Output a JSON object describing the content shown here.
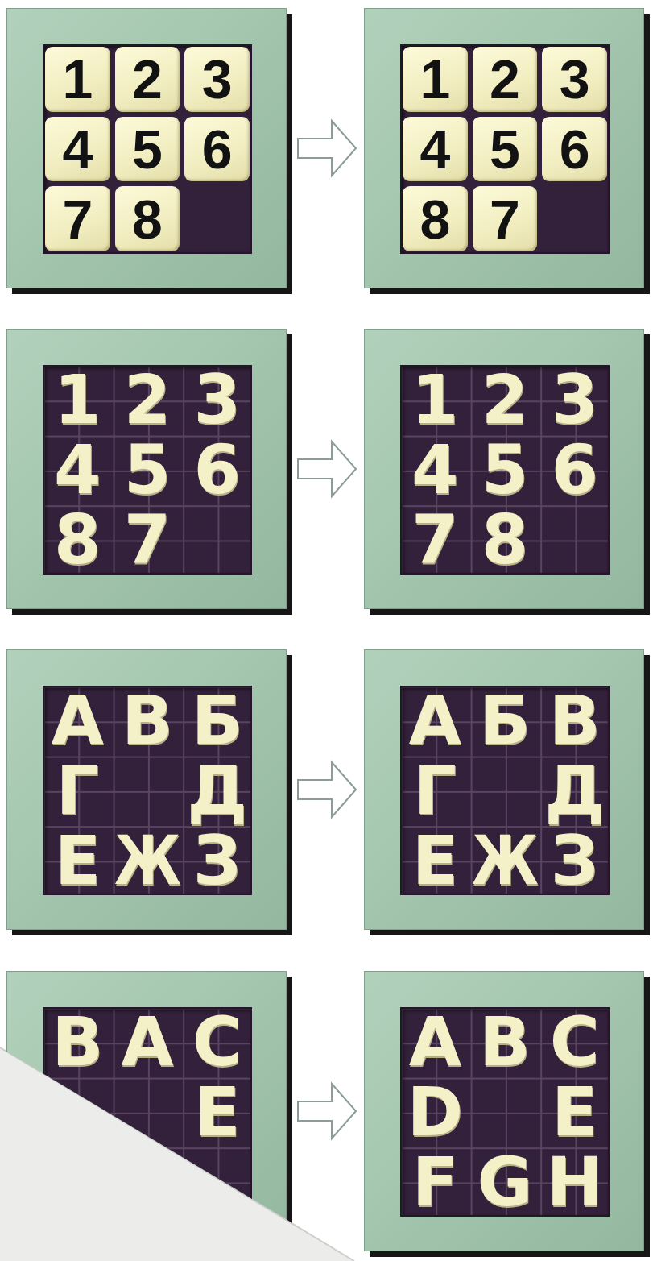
{
  "diagram": {
    "nodes": [
      {},
      {
        "text": [
          "1"
        ],
        "in": 0
      },
      {
        "text": [
          "2"
        ],
        "in": 0
      },
      {
        "text": [
          "3"
        ],
        "in": 0
      },
      {
        "text": [
          "4"
        ],
        "in": 0
      },
      {
        "text": [
          "5"
        ],
        "in": 0
      },
      {
        "text": [
          "6"
        ],
        "in": 0
      },
      {
        "text": [
          "7"
        ],
        "in": 0
      },
      {
        "text": [
          "8"
        ],
        "in": 0
      },
      {},
      {
        "text": [
          "1"
        ],
        "in": 9
      },
      {
        "text": [
          "2"
        ],
        "in": 9
      },
      {
        "text": [
          "3"
        ],
        "in": 9
      },
      {
        "text": [
          "4"
        ],
        "in": 9
      },
      {
        "text": [
          "5"
        ],
        "in": 9
      },
      {
        "text": [
          "6"
        ],
        "in": 9
      },
      {
        "text": [
          "8"
        ],
        "in": 9
      },
      {
        "text": [
          "7"
        ],
        "in": 9
      },
      {},
      {
        "text": [
          "1"
        ],
        "in": 18
      },
      {
        "text": [
          "2"
        ],
        "in": 18
      },
      {
        "text": [
          "3"
        ],
        "in": 18
      },
      {
        "text": [
          "4"
        ],
        "in": 18
      },
      {
        "text": [
          "5"
        ],
        "in": 18
      },
      {
        "text": [
          "6"
        ],
        "in": 18
      },
      {
        "text": [
          "8"
        ],
        "in": 18
      },
      {
        "text": [
          "7"
        ],
        "in": 18
      },
      {},
      {
        "text": [
          "1"
        ],
        "in": 27
      },
      {
        "text": [
          "2"
        ],
        "in": 27
      },
      {
        "text": [
          "3"
        ],
        "in": 27
      },
      {
        "text": [
          "4"
        ],
        "in": 27
      },
      {
        "text": [
          "5"
        ],
        "in": 27
      },
      {
        "text": [
          "6"
        ],
        "in": 27
      },
      {
        "text": [
          "7"
        ],
        "in": 27
      },
      {
        "text": [
          "8"
        ],
        "in": 27
      },
      {},
      {
        "text": [
          "А"
        ],
        "in": 36
      },
      {
        "text": [
          "В"
        ],
        "in": 36
      },
      {
        "text": [
          "Б"
        ],
        "in": 36
      },
      {
        "text": [
          "Г"
        ],
        "in": 36
      },
      {
        "text": [
          "Д"
        ],
        "in": 36
      },
      {
        "text": [
          "Е"
        ],
        "in": 36
      },
      {
        "text": [
          "Ж"
        ],
        "in": 36
      },
      {
        "text": [
          "З"
        ],
        "in": 36
      },
      {},
      {
        "text": [
          "А"
        ],
        "in": 45
      },
      {
        "text": [
          "Б"
        ],
        "in": 45
      },
      {
        "text": [
          "В"
        ],
        "in": 45
      },
      {
        "text": [
          "Г"
        ],
        "in": 45
      },
      {
        "text": [
          "Д"
        ],
        "in": 45
      },
      {
        "text": [
          "Е"
        ],
        "in": 45
      },
      {
        "text": [
          "Ж"
        ],
        "in": 45
      },
      {
        "text": [
          "З"
        ],
        "in": 45
      },
      {},
      {
        "text": [
          "B"
        ],
        "in": 54
      },
      {
        "text": [
          "A"
        ],
        "in": 54
      },
      {
        "text": [
          "C"
        ],
        "in": 54
      },
      {
        "text": [
          "E"
        ],
        "in": 54
      },
      {},
      {
        "text": [
          "A"
        ],
        "in": 59
      },
      {
        "text": [
          "B"
        ],
        "in": 59
      },
      {
        "text": [
          "C"
        ],
        "in": 59
      },
      {
        "text": [
          "D"
        ],
        "in": 59
      },
      {
        "text": [
          "E"
        ],
        "in": 59
      },
      {
        "text": [
          "F"
        ],
        "in": 59
      },
      {
        "text": [
          "G"
        ],
        "in": 59
      },
      {
        "text": [
          "H"
        ],
        "in": 59
      }
    ],
    "edges": [
      {
        "from": 0,
        "to": 9,
        "arrow": "to"
      },
      {
        "from": 18,
        "to": 27,
        "arrow": "to"
      },
      {
        "from": 36,
        "to": 45,
        "arrow": "to"
      },
      {
        "from": 54,
        "to": 59,
        "arrow": "to"
      }
    ]
  }
}
